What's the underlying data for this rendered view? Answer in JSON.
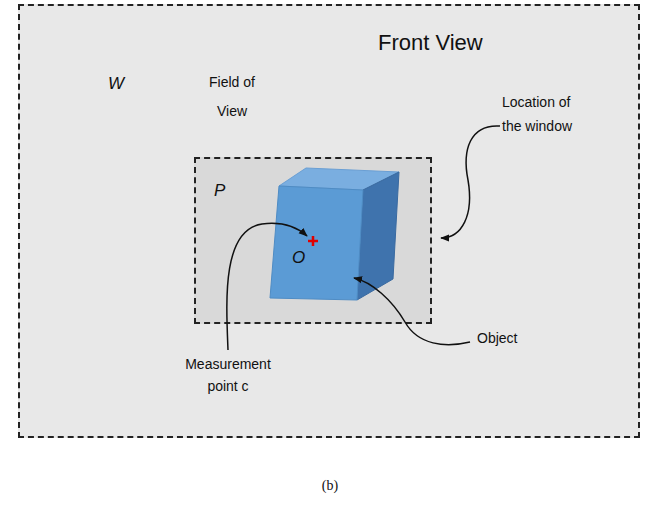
{
  "diagram": {
    "caption": "(b)",
    "nodes": [
      {
        "text": [
          "Front View",
          "W",
          "Field of View"
        ]
      },
      {
        "text": [
          "P"
        ],
        "in": 0
      },
      {
        "text": [
          "O"
        ],
        "in": 1
      }
    ],
    "labels": [
      "Location of the window",
      "Object",
      "Measurement point c"
    ]
  }
}
